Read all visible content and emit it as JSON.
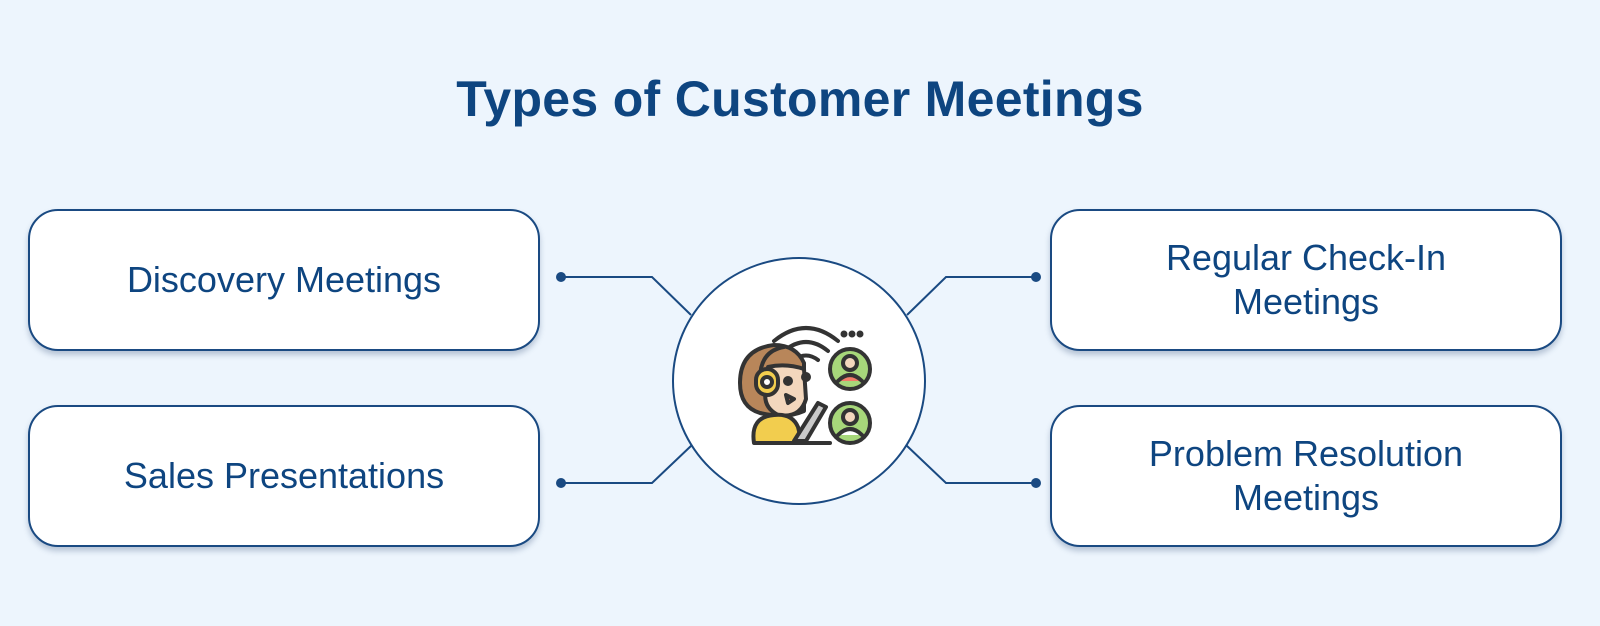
{
  "title": "Types of Customer Meetings",
  "center_icon": "customer-support-meeting-icon",
  "colors": {
    "background": "#edf5fd",
    "accent": "#0e4580",
    "border": "#1a4a82",
    "card": "#ffffff"
  },
  "items": [
    {
      "label": "Discovery Meetings"
    },
    {
      "label": "Sales Presentations"
    },
    {
      "label": "Regular Check-In Meetings"
    },
    {
      "label": "Problem Resolution Meetings"
    }
  ]
}
